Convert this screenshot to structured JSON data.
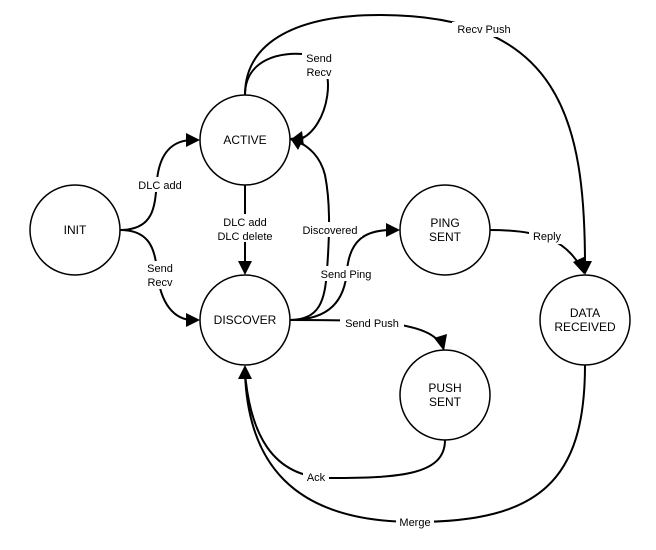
{
  "nodes": {
    "init": [
      "INIT"
    ],
    "active": [
      "ACTIVE"
    ],
    "discover": [
      "DISCOVER"
    ],
    "ping_sent": [
      "PING",
      "SENT"
    ],
    "push_sent": [
      "PUSH",
      "SENT"
    ],
    "data_received": [
      "DATA",
      "RECEIVED"
    ]
  },
  "edges": {
    "init_active": [
      "DLC add"
    ],
    "init_discover": [
      "Send",
      "Recv"
    ],
    "active_self": [
      "Send",
      "Recv"
    ],
    "active_discover": [
      "DLC add",
      "DLC delete"
    ],
    "discover_active": [
      "Discovered"
    ],
    "discover_ping": [
      "Send Ping"
    ],
    "discover_push": [
      "Send Push"
    ],
    "ping_data": [
      "Reply"
    ],
    "active_data": [
      "Recv Push"
    ],
    "push_discover": [
      "Ack"
    ],
    "data_discover": [
      "Merge"
    ]
  }
}
